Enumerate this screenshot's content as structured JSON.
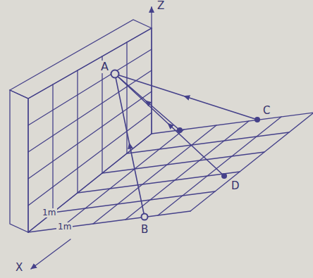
{
  "diagram": {
    "labels": [
      "Z",
      "A",
      "C",
      "D",
      "1m",
      "1m",
      "B",
      "X"
    ]
  }
}
